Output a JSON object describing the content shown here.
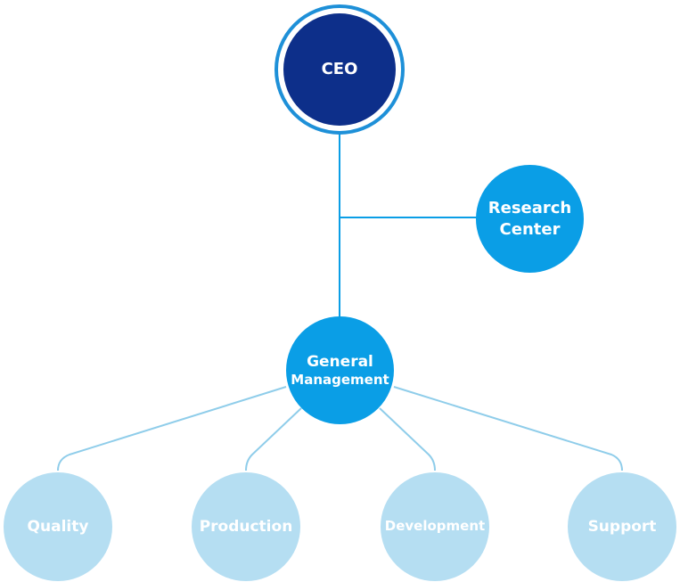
{
  "colors": {
    "ceo_fill": "#0d2f8a",
    "ceo_ring": "#1e90d8",
    "mid_fill": "#0a9ee6",
    "leaf_fill": "#b5def2",
    "main_line": "#0a9ee6",
    "branch_line": "#8fcdea"
  },
  "nodes": {
    "ceo": {
      "label": "CEO"
    },
    "research": {
      "line1": "Research",
      "line2": "Center"
    },
    "general": {
      "line1": "General",
      "line2": "Management"
    },
    "departments": [
      {
        "label": "Quality"
      },
      {
        "label": "Production"
      },
      {
        "label": "Development"
      },
      {
        "label": "Support"
      }
    ]
  }
}
